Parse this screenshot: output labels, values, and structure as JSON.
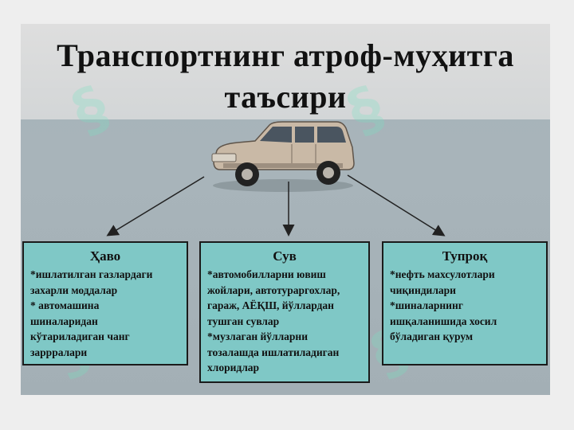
{
  "title": "Транспортнинг атроф-муҳитга таъсири",
  "title_lines": [
    "Транспортнинг атроф-муҳитга",
    "таъсири"
  ],
  "boxes": [
    {
      "heading": "Ҳаво",
      "lines": [
        "*ишлатилган газлардаги",
        "захарли моддалар",
        "* автомашина",
        "шиналаридан",
        "кўтариладиган чанг",
        "заррралари"
      ]
    },
    {
      "heading": "Сув",
      "lines": [
        "*автомобилларни ювиш",
        "жойлари, автотураргохлар,",
        "гараж, АЁҚШ, йўллардан",
        "тушган сувлар",
        "*музлаган йўлларни",
        "тозалашда ишлатиладиган",
        "хлоридлар"
      ]
    },
    {
      "heading": "Тупроқ",
      "lines": [
        "*нефть махсулотлари",
        "чиқиндилари",
        "*шиналарнинг",
        "ишқаланишида хосил",
        "бўладиган қурум"
      ]
    }
  ],
  "colors": {
    "box_fill": "#7fc8c6",
    "slide_background": "#a8b4ba",
    "title_band": "#d8d8d8",
    "car_body": "#c9b9a6"
  },
  "icons": {
    "car": "suv-car-icon",
    "watermark": "watermark-logo"
  }
}
